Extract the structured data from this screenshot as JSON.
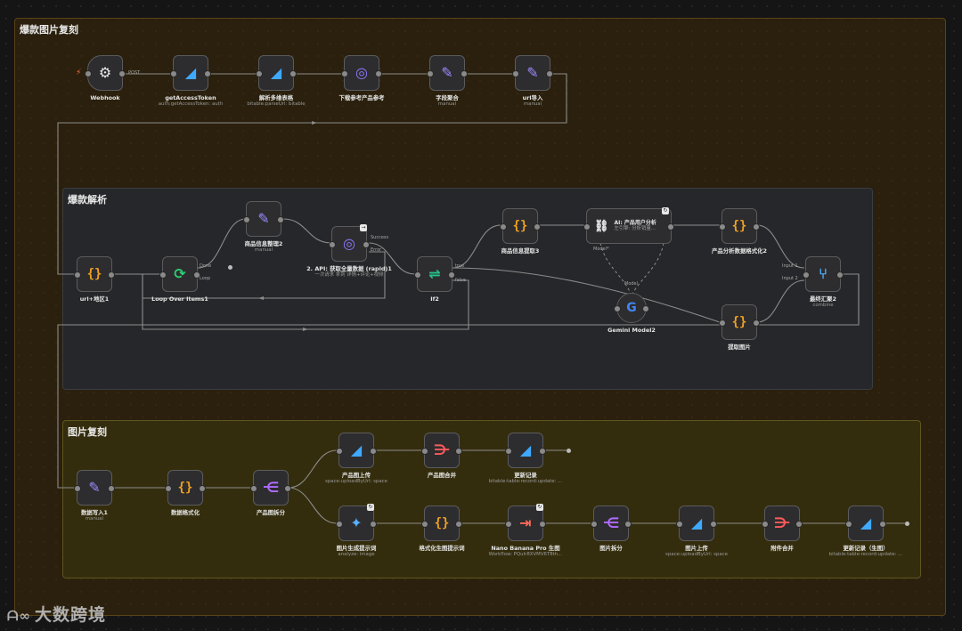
{
  "groups": {
    "outer": "爆款图片复刻",
    "parse": "爆款解析",
    "copy": "图片复刻"
  },
  "wire_labels": {
    "post": "POST",
    "done": "Done",
    "loop": "Loop",
    "success": "Success",
    "error": "Error",
    "true": "true",
    "false": "false",
    "model_star": "Model*",
    "model": "Model",
    "input1": "Input 1",
    "input2": "Input 2"
  },
  "nodes": {
    "webhook": {
      "name": "Webhook"
    },
    "get_token": {
      "name": "getAccessToken",
      "sub": "auth:getAccessToken: auth"
    },
    "parse_table": {
      "name": "解析多维表格",
      "sub": "bitable:parseUrl: bitable"
    },
    "download_ref": {
      "name": "下载参考产品参考"
    },
    "field_merge": {
      "name": "字段聚合",
      "sub": "manual"
    },
    "url_import": {
      "name": "url导入",
      "sub": "manual"
    },
    "url_region": {
      "name": "url+地区1"
    },
    "loop_items": {
      "name": "Loop Over Items1"
    },
    "goods_info": {
      "name": "商品信息整理2",
      "sub": "manual"
    },
    "api_fetch": {
      "name": "2. API: 获取全量数据 (rapid)1",
      "sub": "一次请求 拿到 详情+评论+视频"
    },
    "if2": {
      "name": "If2"
    },
    "goods_extract": {
      "name": "商品信息提取3"
    },
    "ai_analysis": {
      "name": "AI: 产品用户分析",
      "sub": "左引擎: 分析销量..."
    },
    "format_analysis": {
      "name": "产品分析数据格式化2"
    },
    "gemini": {
      "name": "Gemini Model2"
    },
    "extract_image": {
      "name": "提取图片"
    },
    "final_merge": {
      "name": "最终汇聚2",
      "sub": "combine"
    },
    "data_write": {
      "name": "数据写入1",
      "sub": "manual"
    },
    "data_format": {
      "name": "数据格式化"
    },
    "image_split": {
      "name": "产品图拆分"
    },
    "image_upload": {
      "name": "产品图上传",
      "sub": "space:uploadByUrl: space"
    },
    "image_merge": {
      "name": "产品图合并"
    },
    "update_record": {
      "name": "更新记录",
      "sub": "bitable:table:record:update: ..."
    },
    "gen_prompt": {
      "name": "图片生成提示词",
      "sub": "analyze: image"
    },
    "format_prompt": {
      "name": "格式化生图提示词"
    },
    "nano_banana": {
      "name": "Nano Banana Pro 生图",
      "sub": "Workflow: PQuIr8XVMV6T8th..."
    },
    "pic_split": {
      "name": "图片拆分"
    },
    "pic_upload": {
      "name": "图片上传",
      "sub": "space:uploadByUrl: space"
    },
    "attach_merge": {
      "name": "附件合并"
    },
    "update_record_gen": {
      "name": "更新记录（生图）",
      "sub": "bitable:table:record:update: ..."
    }
  },
  "watermark": "大数跨境",
  "colors": {
    "outer_group": "#3c2a08",
    "parse_group": "#26282c",
    "copy_group": "#38320e",
    "wire": "#8c8c8c",
    "brace": "#f0a022",
    "pencil": "#9a8cff",
    "globe": "#8e7bff",
    "merge": "#ff5a5a",
    "split": "#b06bff",
    "loop": "#2ecc71",
    "if": "#22c48a"
  }
}
